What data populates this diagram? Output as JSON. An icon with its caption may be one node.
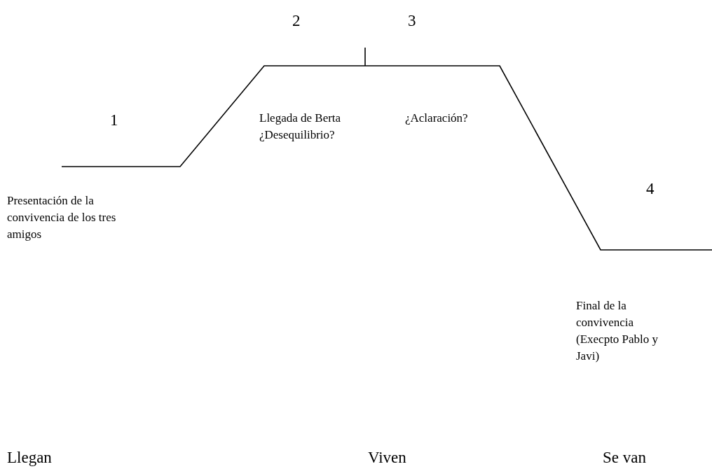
{
  "diagram": {
    "labels": [
      "2",
      "3",
      "1",
      "Llegada de Berta ¿Desequilibrio?",
      "¿Aclaración?",
      "4",
      "Presentación de la convivencia de los tres amigos",
      "Final de la convivencia (Execpto Pablo y Javi)",
      "Llegan",
      "Viven",
      "Se van"
    ]
  }
}
